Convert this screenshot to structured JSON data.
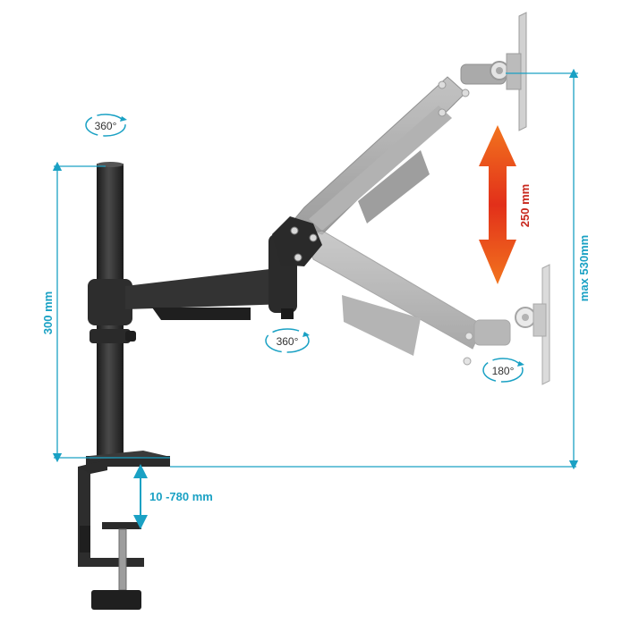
{
  "dimensions": {
    "pole_height": "300 mm",
    "max_height": "max 530mm",
    "tilt_travel": "250 mm",
    "desk_clamp": "10 -780 mm"
  },
  "rotations": {
    "pole_swivel": "360°",
    "arm_swivel": "360°",
    "monitor_rotate": "180°"
  },
  "colors": {
    "dimension_line": "#1aa1c4",
    "arrow_top": "#e2451c",
    "arrow_bottom": "#c91f14",
    "mount_dark": "#2d2d2d",
    "arm_ghost": "#9a9a9a"
  }
}
